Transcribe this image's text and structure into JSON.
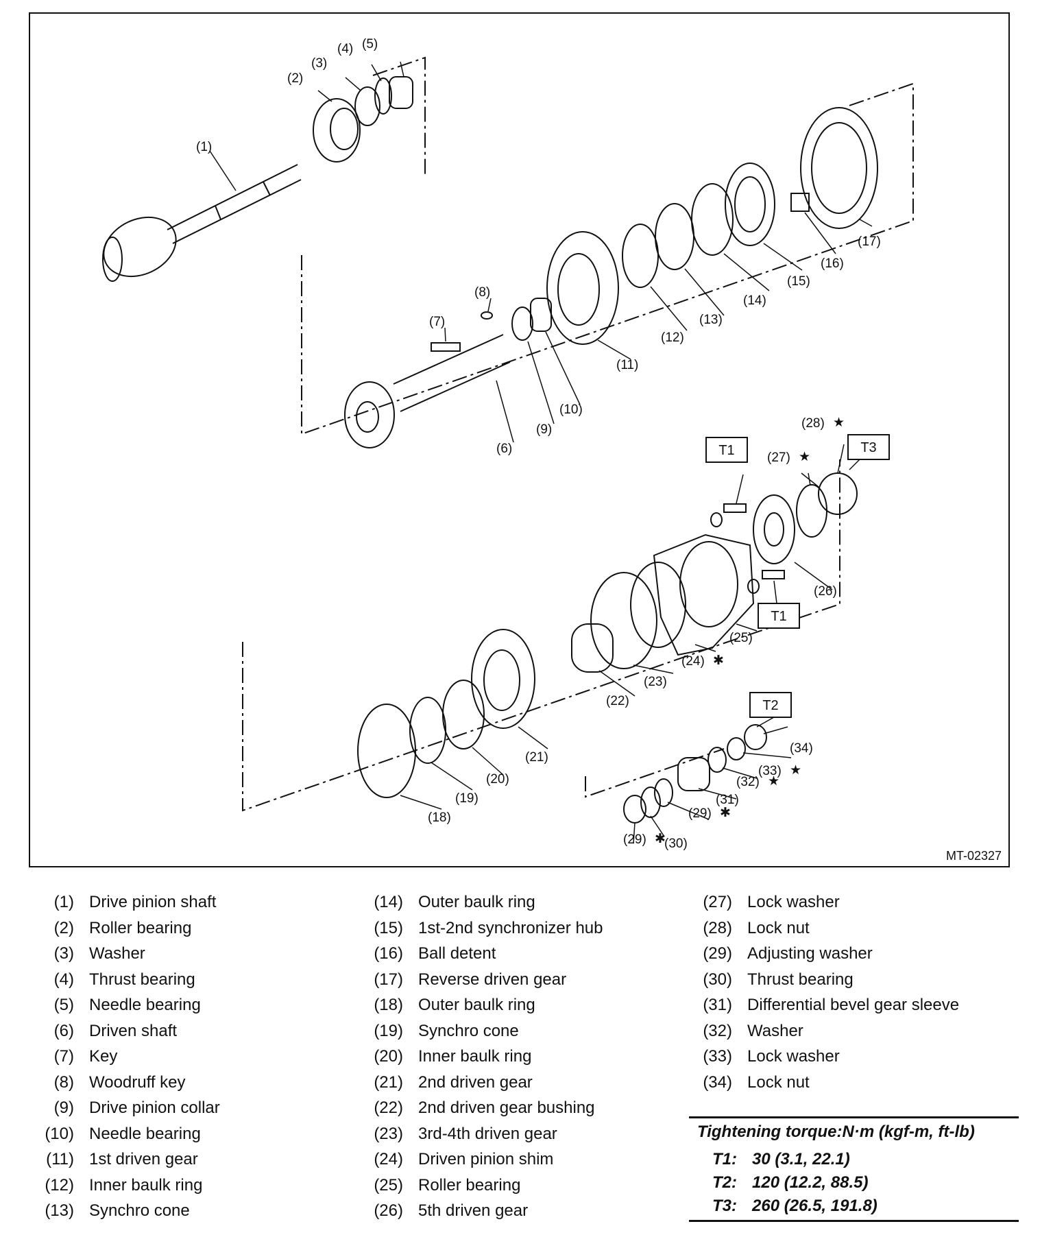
{
  "diagram": {
    "code": "MT-02327",
    "callouts": [
      "(1)",
      "(2)",
      "(3)",
      "(4)",
      "(5)",
      "(6)",
      "(7)",
      "(8)",
      "(9)",
      "(10)",
      "(11)",
      "(12)",
      "(13)",
      "(14)",
      "(15)",
      "(16)",
      "(17)",
      "(18)",
      "(19)",
      "(20)",
      "(21)",
      "(22)",
      "(23)",
      "(24)",
      "(25)",
      "(26)",
      "(27)",
      "(28)",
      "(29)",
      "(29)",
      "(30)",
      "(31)",
      "(32)",
      "(33)",
      "(34)"
    ],
    "torque_tags": [
      "T1",
      "T1",
      "T2",
      "T3"
    ],
    "star_symbol": "★",
    "asterisk_symbol": "✱"
  },
  "legend": [
    {
      "num": "(1)",
      "text": "Drive pinion shaft"
    },
    {
      "num": "(2)",
      "text": "Roller bearing"
    },
    {
      "num": "(3)",
      "text": "Washer"
    },
    {
      "num": "(4)",
      "text": "Thrust bearing"
    },
    {
      "num": "(5)",
      "text": "Needle bearing"
    },
    {
      "num": "(6)",
      "text": "Driven shaft"
    },
    {
      "num": "(7)",
      "text": "Key"
    },
    {
      "num": "(8)",
      "text": "Woodruff key"
    },
    {
      "num": "(9)",
      "text": "Drive pinion collar"
    },
    {
      "num": "(10)",
      "text": "Needle bearing"
    },
    {
      "num": "(11)",
      "text": "1st driven gear"
    },
    {
      "num": "(12)",
      "text": "Inner baulk ring"
    },
    {
      "num": "(13)",
      "text": "Synchro cone"
    },
    {
      "num": "(14)",
      "text": "Outer baulk ring"
    },
    {
      "num": "(15)",
      "text": "1st-2nd synchronizer hub"
    },
    {
      "num": "(16)",
      "text": "Ball detent"
    },
    {
      "num": "(17)",
      "text": "Reverse driven gear"
    },
    {
      "num": "(18)",
      "text": "Outer baulk ring"
    },
    {
      "num": "(19)",
      "text": "Synchro cone"
    },
    {
      "num": "(20)",
      "text": "Inner baulk ring"
    },
    {
      "num": "(21)",
      "text": "2nd driven gear"
    },
    {
      "num": "(22)",
      "text": "2nd driven gear bushing"
    },
    {
      "num": "(23)",
      "text": "3rd-4th driven gear"
    },
    {
      "num": "(24)",
      "text": "Driven pinion shim"
    },
    {
      "num": "(25)",
      "text": "Roller bearing"
    },
    {
      "num": "(26)",
      "text": "5th driven gear"
    },
    {
      "num": "(27)",
      "text": "Lock washer"
    },
    {
      "num": "(28)",
      "text": "Lock nut"
    },
    {
      "num": "(29)",
      "text": "Adjusting washer"
    },
    {
      "num": "(30)",
      "text": "Thrust bearing"
    },
    {
      "num": "(31)",
      "text": "Differential bevel gear sleeve"
    },
    {
      "num": "(32)",
      "text": "Washer"
    },
    {
      "num": "(33)",
      "text": "Lock washer"
    },
    {
      "num": "(34)",
      "text": "Lock nut"
    }
  ],
  "torque": {
    "title": "Tightening torque:N·m (kgf-m, ft-lb)",
    "rows": [
      {
        "key": "T1:",
        "value": "30 (3.1, 22.1)"
      },
      {
        "key": "T2:",
        "value": "120 (12.2, 88.5)"
      },
      {
        "key": "T3:",
        "value": "260 (26.5, 191.8)"
      }
    ]
  }
}
